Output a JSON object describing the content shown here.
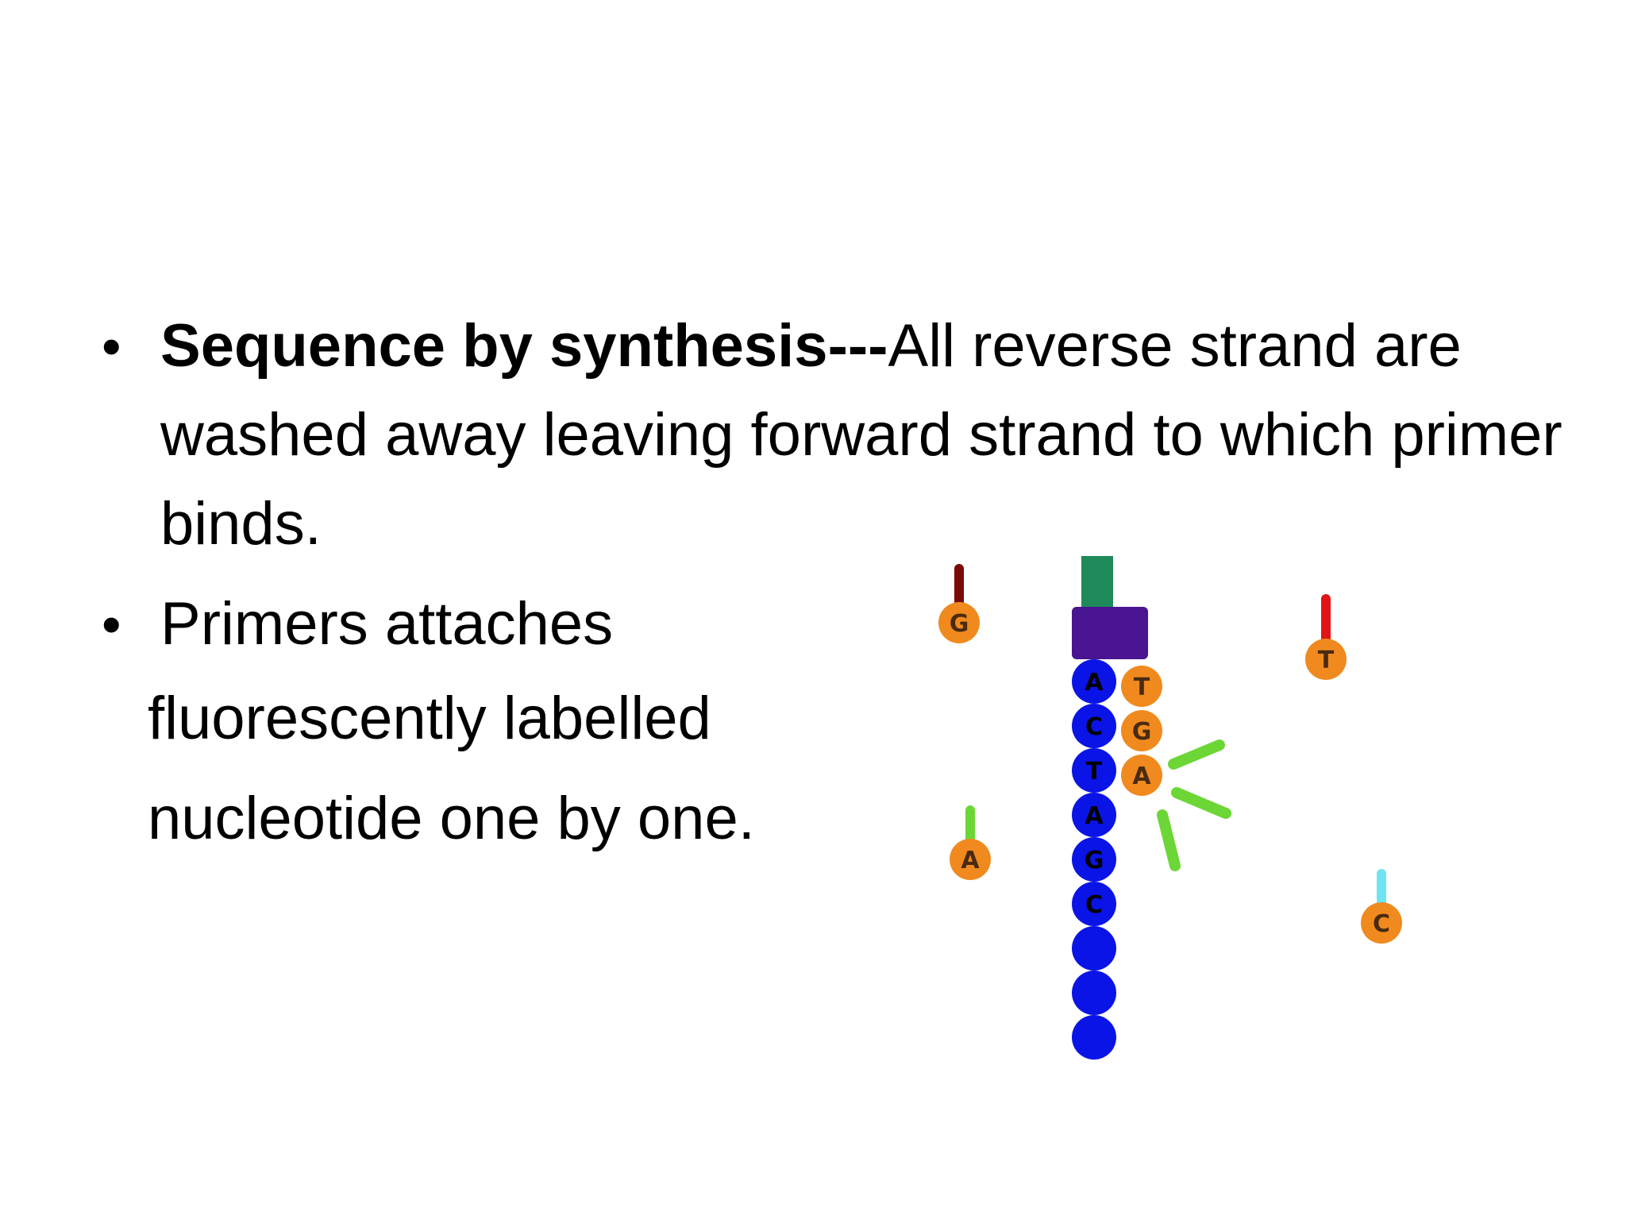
{
  "slide": {
    "bullets": [
      {
        "bold_text": "Sequence by synthesis---",
        "text": "All reverse strand are washed away leaving forward strand to which primer binds."
      },
      {
        "text": "Primers attaches"
      }
    ],
    "continuation_lines": [
      "fluorescently labelled",
      "nucleotide one by one."
    ],
    "bullet_symbol": "•"
  },
  "diagram": {
    "template_strand_letters": [
      "A",
      "C",
      "T",
      "A",
      "G",
      "C"
    ],
    "primer_letters": [
      "T",
      "G",
      "A"
    ],
    "free_nucleotides": [
      "G",
      "T",
      "A",
      "C"
    ],
    "colors": {
      "template_bead": "#0a14e6",
      "nucleotide": "#f08a1e",
      "anchor_green": "#1e8a5a",
      "anchor_purple": "#4a1590",
      "label_dark_red": "#7a0a0a",
      "label_red": "#e01414",
      "label_green": "#6cd636",
      "label_cyan": "#6ee4f0"
    }
  }
}
